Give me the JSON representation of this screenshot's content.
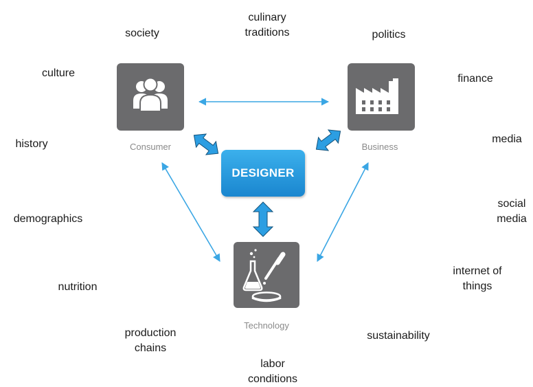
{
  "center": {
    "label": "DESIGNER"
  },
  "nodes": {
    "consumer": {
      "label": "Consumer",
      "icon": "people-icon"
    },
    "business": {
      "label": "Business",
      "icon": "factory-icon"
    },
    "technology": {
      "label": "Technology",
      "icon": "lab-flask-pipette-icon"
    }
  },
  "factors": {
    "society": "society",
    "culinary_traditions": [
      "culinary",
      "traditions"
    ],
    "politics": "politics",
    "culture": "culture",
    "finance": "finance",
    "history": "history",
    "media": "media",
    "demographics": "demographics",
    "social_media": [
      "social",
      "media"
    ],
    "nutrition": "nutrition",
    "internet_of_things": [
      "internet of",
      "things"
    ],
    "production_chains": [
      "production",
      "chains"
    ],
    "sustainability": "sustainability",
    "labor_conditions": [
      "labor",
      "conditions"
    ]
  },
  "colors": {
    "tile": "#6b6b6d",
    "accent": "#1e93d8",
    "arrow_light": "#3aa6e4"
  }
}
